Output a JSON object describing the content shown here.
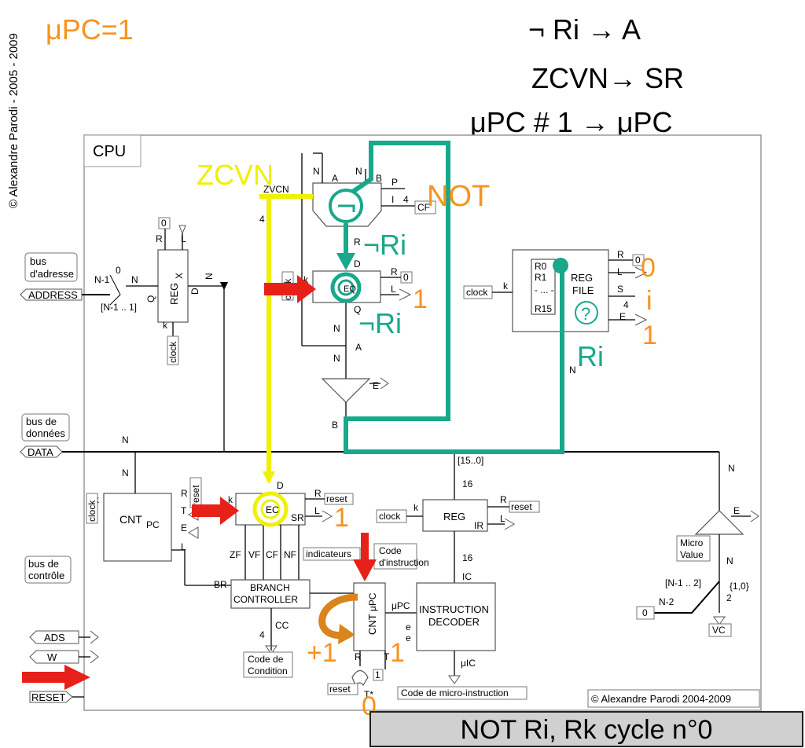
{
  "copyright_vertical": "© Alexandre Parodi - 2005 - 2009",
  "upc_state": "μPC=1",
  "ops": [
    "¬ Ri  →   A",
    "ZCVN→ SR",
    "μPC # 1  →  μPC"
  ],
  "cpu_label": "CPU",
  "overlay": {
    "zcvn": "ZCVN",
    "not": "NOT",
    "not_ri_1": "¬Ri",
    "not_ri_2": "¬Ri",
    "ri": "Ri",
    "one_a": "1",
    "zero_r": "0",
    "i": "i",
    "one_r": "1",
    "one_sr": "1",
    "plus_one": "+1",
    "one_cnt": "1",
    "zero_reset": "0",
    "q_mark": "?"
  },
  "buses": {
    "addr": [
      "bus",
      "d'adresse"
    ],
    "addr_port": "ADDRESS",
    "data": [
      "bus de",
      "données"
    ],
    "data_port": "DATA",
    "ctrl": [
      "bus de",
      "contrôle"
    ]
  },
  "ports": {
    "ads": "ADS",
    "w": "W",
    "reset": "RESET"
  },
  "regx": {
    "name": "REG",
    "sub": "X",
    "clock": "clock",
    "range": "[N-1 .. 1]",
    "n1": "N-1",
    "zero": "0",
    "zero_tag": "0",
    "n": "N",
    "nq": "N",
    "q": "Q",
    "d": "D",
    "r": "R",
    "l": "L",
    "k": "k"
  },
  "alu": {
    "zvcn": "ZVCN",
    "four": "4",
    "a": "A",
    "b": "B",
    "p": "P",
    "i": "I",
    "four2": "4",
    "cf": "CF",
    "na": "N",
    "nb": "N"
  },
  "regA": {
    "label": "EQ",
    "clock": "clock",
    "d": "D",
    "q": "Q",
    "r": "R",
    "l": "L",
    "zero": "0",
    "k": "k",
    "n1": "N",
    "n2": "N",
    "a": "A",
    "b": "B",
    "e": "E",
    "r_lbl": "R"
  },
  "regfile": {
    "name": "REG",
    "file": "FILE",
    "rows": [
      "R0",
      "R1",
      "- ... -",
      "R15"
    ],
    "clock": "clock",
    "r": "R",
    "zero": "0",
    "l": "L",
    "s": "S",
    "four": "4",
    "e": "E",
    "k": "k",
    "n": "N"
  },
  "sr": {
    "label": "EC",
    "d": "D",
    "sr": "SR",
    "r": "R",
    "reset": "reset",
    "l": "L",
    "k": "k",
    "four": "4",
    "flags": [
      "ZF",
      "VF",
      "CF",
      "NF"
    ]
  },
  "cntpc": {
    "name": "CNT",
    "sub": "PC",
    "clock": "clock",
    "r": "R",
    "reset": "reset",
    "t": "T",
    "e": "E",
    "l": "L",
    "k": "k",
    "n1": "N",
    "n2": "N"
  },
  "branch": {
    "l1": "BRANCH",
    "l2": "CONTROLLER",
    "br": "BR",
    "cc": "CC",
    "four": "4",
    "code": [
      "Code de",
      "Condition"
    ],
    "indic": "indicateurs"
  },
  "ir": {
    "name": "REG",
    "sub": "IR",
    "clock": "clock",
    "r": "R",
    "reset": "reset",
    "l": "L",
    "k": "k",
    "range": "[15..0]",
    "n16a": "16",
    "n16b": "16",
    "ic": "IC"
  },
  "upc": {
    "cnt": "CNT",
    "mu": "μPC",
    "r": "R",
    "t": "T",
    "e1": "e",
    "e2": "e",
    "reset": "reset",
    "one": "1",
    "tstar": "T*",
    "upc_out": "μPC",
    "code_instr": [
      "Code",
      "d'instruction"
    ]
  },
  "decoder": {
    "l1": "INSTRUCTION",
    "l2": "DECODER",
    "uic": "μIC",
    "code_micro": "Code de micro-instruction"
  },
  "micro": {
    "l1": "Micro",
    "l2": "Value",
    "e": "E",
    "n": "N",
    "n2": "N",
    "range": "[N-1 .. 2]",
    "set": "{1,0}",
    "two": "2",
    "nm2": "N-2",
    "zero": "0",
    "vc": "VC"
  },
  "copyright_box": "© Alexandre Parodi 2004-2009",
  "footer": "NOT Ri, Rk  cycle n°0",
  "colors": {
    "orange": "#f7931e",
    "teal": "#18a88a",
    "yellow": "#f0f000",
    "red": "#e8201a",
    "brown": "#d9851c"
  }
}
